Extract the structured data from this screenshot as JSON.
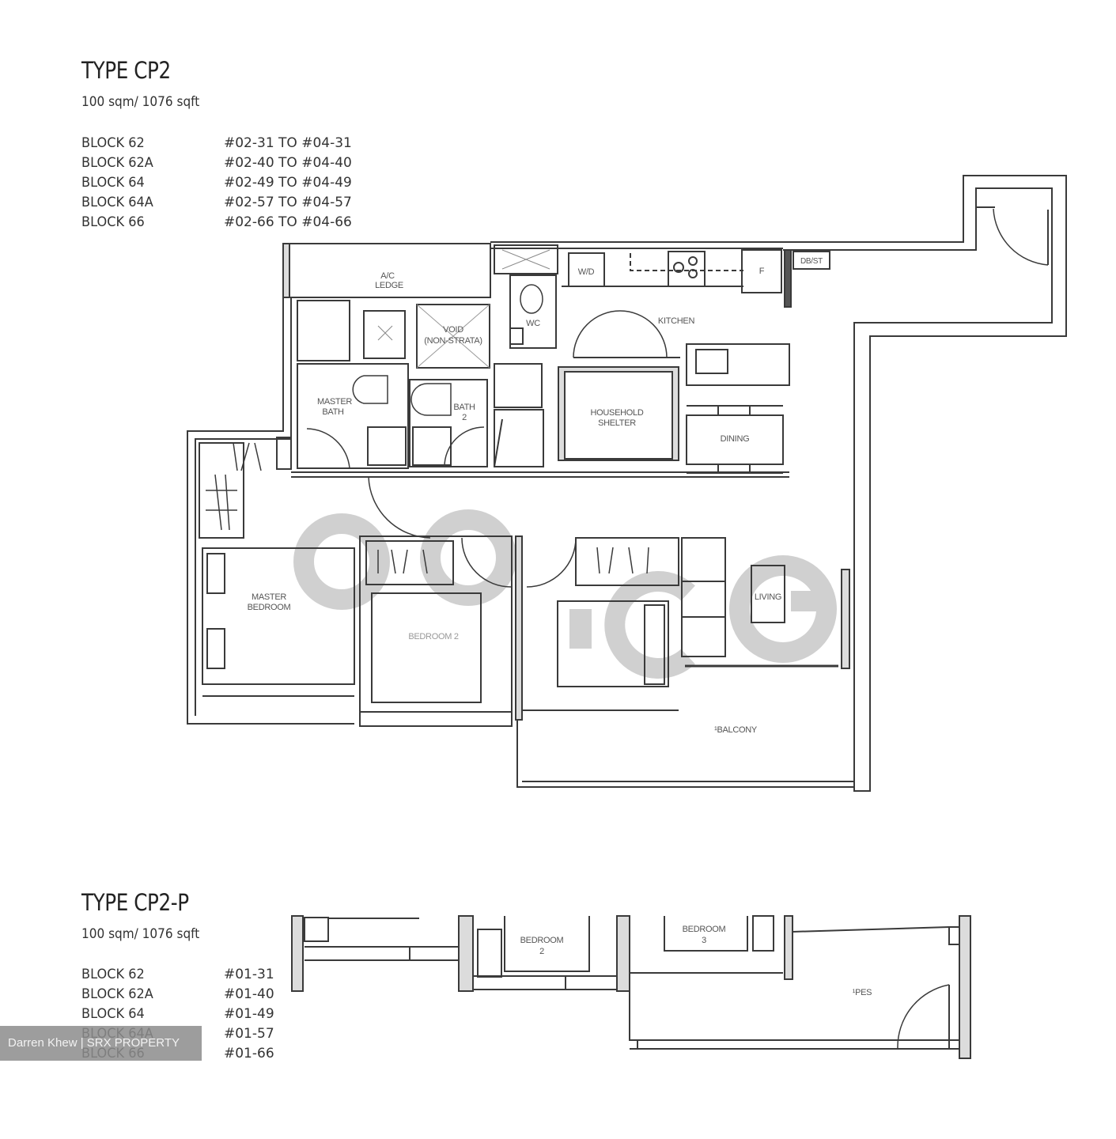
{
  "unit_types": [
    {
      "title": "TYPE CP2",
      "area": "100 sqm/  1076 sqft",
      "blocks": [
        {
          "block": "BLOCK 62",
          "units": "#02-31 TO #04-31"
        },
        {
          "block": "BLOCK  62A",
          "units": "#02-40 TO #04-40"
        },
        {
          "block": "BLOCK 64",
          "units": "#02-49 TO #04-49"
        },
        {
          "block": "BLOCK 64A",
          "units": "#02-57 TO #04-57"
        },
        {
          "block": "BLOCK 66",
          "units": "#02-66 TO #04-66"
        }
      ]
    },
    {
      "title": "TYPE CP2-P",
      "area": "100 sqm/  1076 sqft",
      "blocks": [
        {
          "block": "BLOCK 62",
          "units": "#01-31"
        },
        {
          "block": "BLOCK 62A",
          "units": "#01-40"
        },
        {
          "block": "BLOCK 64",
          "units": "#01-49"
        },
        {
          "block": "BLOCK 64A",
          "units": "#01-57"
        },
        {
          "block": "BLOCK 66",
          "units": "#01-66"
        }
      ]
    }
  ],
  "plan_cp2": {
    "rooms": {
      "ac_ledge_1": "A/C",
      "ac_ledge_2": "LEDGE",
      "void_1": "VOID",
      "void_2": "(NON-STRATA)",
      "wc": "WC",
      "wd": "W/D",
      "fridge": "F",
      "db_st": "DB/ST",
      "kitchen": "KITCHEN",
      "master_bath_1": "MASTER",
      "master_bath_2": "BATH",
      "bath2_1": "BATH",
      "bath2_2": "2",
      "household_shelter_1": "HOUSEHOLD",
      "household_shelter_2": "SHELTER",
      "dining": "DINING",
      "master_bedroom_1": "MASTER",
      "master_bedroom_2": "BEDROOM",
      "bedroom2": "BEDROOM 2",
      "living": "LIVING",
      "balcony": "¹BALCONY"
    }
  },
  "plan_cp2p": {
    "rooms": {
      "bedroom2_1": "BEDROOM",
      "bedroom2_2": "2",
      "bedroom3_1": "BEDROOM",
      "bedroom3_2": "3",
      "pes": "¹PES"
    }
  },
  "watermark": {
    "text": "Darren Khew | SRX PROPERTY"
  },
  "colors": {
    "wall_line": "#3a3a3a",
    "wall_fill": "#dcdcdc",
    "watermark_logo": "#c8c8c8",
    "watermark_bg": "#8c8c8c"
  }
}
